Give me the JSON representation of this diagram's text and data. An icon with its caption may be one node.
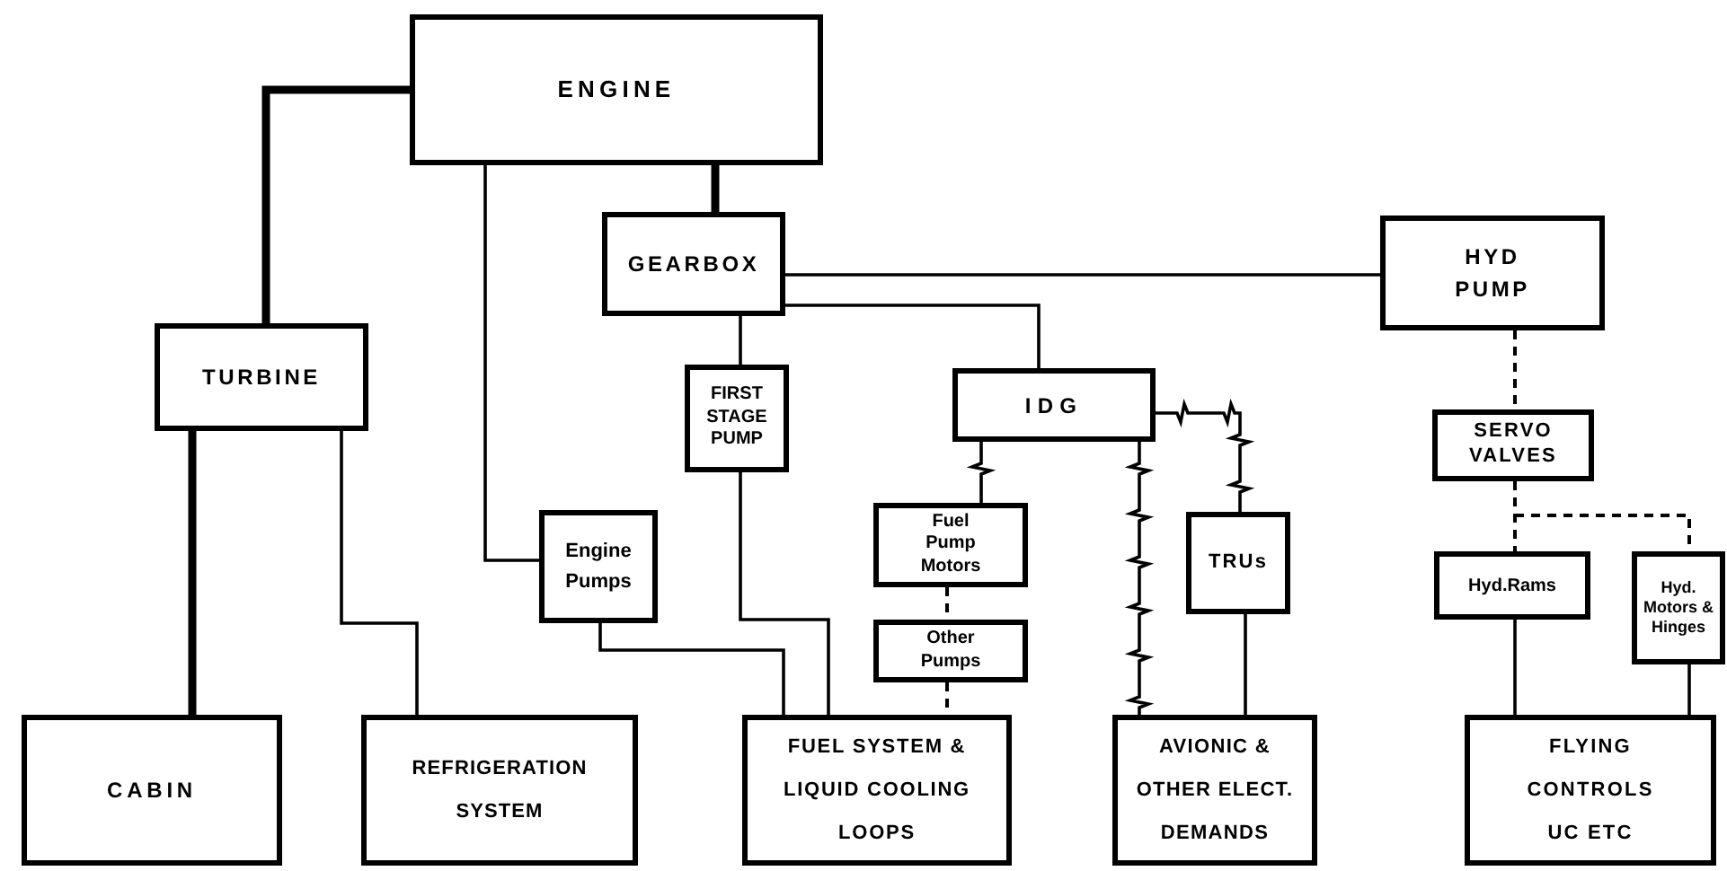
{
  "diagram": {
    "nodes": [
      {
        "text": [
          "ENGINE"
        ]
      },
      {
        "text": [
          "GEARBOX"
        ]
      },
      {
        "text": [
          "HYD PUMP"
        ]
      },
      {
        "text": [
          "TURBINE"
        ]
      },
      {
        "text": [
          "FIRST STAGE PUMP"
        ]
      },
      {
        "text": [
          "IDG"
        ]
      },
      {
        "text": [
          "SERVO VALVES"
        ]
      },
      {
        "text": [
          "Engine Pumps"
        ]
      },
      {
        "text": [
          "Fuel Pump Motors"
        ]
      },
      {
        "text": [
          "TRUs"
        ]
      },
      {
        "text": [
          "Hyd.Rams"
        ]
      },
      {
        "text": [
          "Hyd. Motors & Hinges"
        ]
      },
      {
        "text": [
          "Other Pumps"
        ]
      },
      {
        "text": [
          "CABIN"
        ]
      },
      {
        "text": [
          "REFRIGERATION SYSTEM"
        ]
      },
      {
        "text": [
          "FUEL SYSTEM & LIQUID COOLING LOOPS"
        ]
      },
      {
        "text": [
          "AVIONIC & OTHER ELECT. DEMANDS"
        ]
      },
      {
        "text": [
          "FLYING CONTROLS UC ETC"
        ]
      }
    ],
    "edges": [
      {
        "from": 0,
        "to": 3,
        "arrow": "none",
        "style": "thick"
      },
      {
        "from": 0,
        "to": 1,
        "arrow": "none",
        "style": "thick"
      },
      {
        "from": 0,
        "to": 7,
        "arrow": "none"
      },
      {
        "from": 1,
        "to": 2,
        "arrow": "none"
      },
      {
        "from": 1,
        "to": 5,
        "arrow": "none"
      },
      {
        "from": 1,
        "to": 4,
        "arrow": "none"
      },
      {
        "from": 3,
        "to": 13,
        "arrow": "none",
        "style": "thick"
      },
      {
        "from": 3,
        "to": 14,
        "arrow": "none"
      },
      {
        "from": 4,
        "to": 15,
        "arrow": "none"
      },
      {
        "from": 7,
        "to": 15,
        "arrow": "none"
      },
      {
        "from": 5,
        "to": 8,
        "arrow": "none"
      },
      {
        "from": 5,
        "to": 16,
        "arrow": "none"
      },
      {
        "from": 5,
        "to": 9,
        "arrow": "none"
      },
      {
        "from": 8,
        "to": 12,
        "arrow": "none",
        "style": "dashed"
      },
      {
        "from": 12,
        "to": 15,
        "arrow": "none",
        "style": "dashed"
      },
      {
        "from": 9,
        "to": 16,
        "arrow": "none"
      },
      {
        "from": 2,
        "to": 6,
        "arrow": "none",
        "style": "dashed"
      },
      {
        "from": 6,
        "to": 10,
        "arrow": "none",
        "style": "dashed"
      },
      {
        "from": 6,
        "to": 11,
        "arrow": "none",
        "style": "dashed"
      },
      {
        "from": 10,
        "to": 17,
        "arrow": "none"
      },
      {
        "from": 11,
        "to": 17,
        "arrow": "none"
      }
    ]
  }
}
